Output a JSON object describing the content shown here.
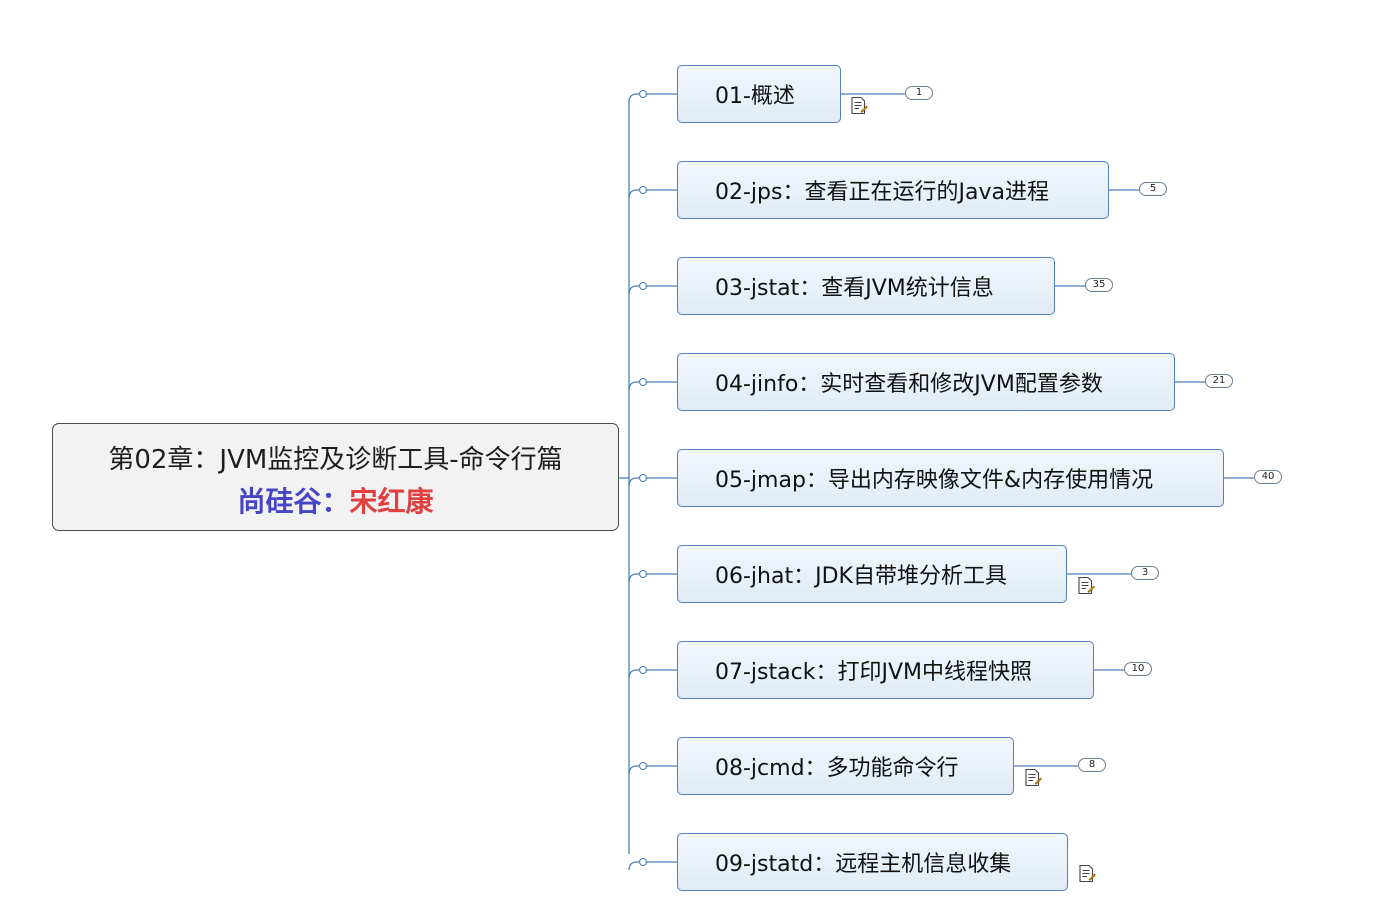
{
  "root": {
    "title": "第02章：JVM监控及诊断工具-命令行篇",
    "author_prefix": "尚硅谷：",
    "author_name": "宋红康",
    "colors": {
      "author_prefix": "#4545c6",
      "author_name": "#e04040"
    }
  },
  "topics": [
    {
      "label": "01-概述",
      "count": "1",
      "has_note": true
    },
    {
      "label": "02-jps：查看正在运行的Java进程",
      "count": "5",
      "has_note": false
    },
    {
      "label": "03-jstat：查看JVM统计信息",
      "count": "35",
      "has_note": false
    },
    {
      "label": "04-jinfo：实时查看和修改JVM配置参数",
      "count": "21",
      "has_note": false
    },
    {
      "label": "05-jmap：导出内存映像文件&内存使用情况",
      "count": "40",
      "has_note": false
    },
    {
      "label": "06-jhat：JDK自带堆分析工具",
      "count": "3",
      "has_note": true
    },
    {
      "label": "07-jstack：打印JVM中线程快照",
      "count": "10",
      "has_note": false
    },
    {
      "label": "08-jcmd：多功能命令行",
      "count": "8",
      "has_note": true
    },
    {
      "label": "09-jstatd：远程主机信息收集",
      "count": "",
      "has_note": true
    }
  ],
  "colors": {
    "branch_line": "#4a7ebb",
    "node_border": "#4f81bd"
  },
  "icons": {
    "note": "note-icon"
  }
}
